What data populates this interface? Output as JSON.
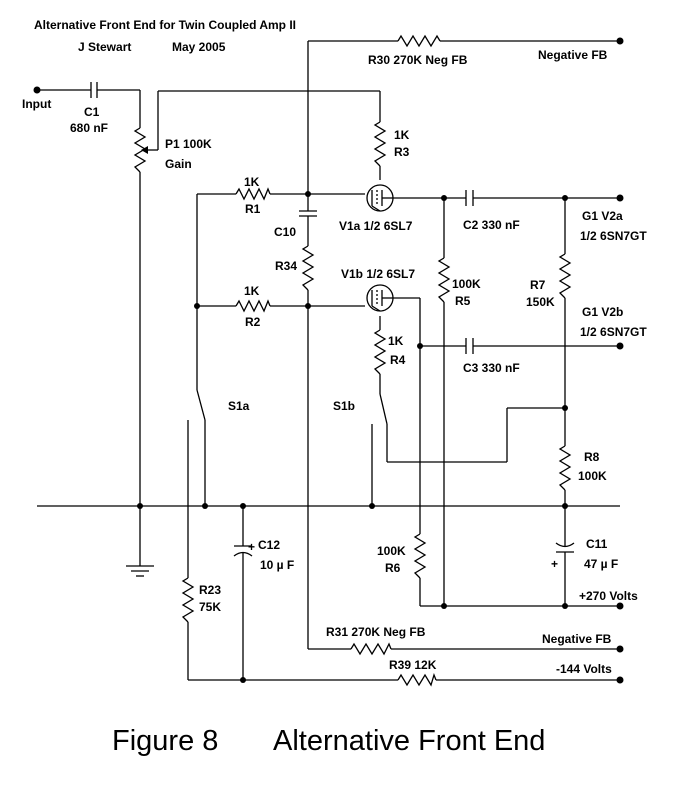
{
  "header": {
    "title": "Alternative Front End for Twin Coupled Amp II",
    "author": "J Stewart",
    "date": "May 2005"
  },
  "caption": {
    "figure": "Figure 8",
    "text": "Alternative Front End"
  },
  "terminals": {
    "input": "Input",
    "neg_fb_top": "Negative FB",
    "g1_v2a": "G1 V2a",
    "g1_v2a_tube": "1/2 6SN7GT",
    "g1_v2b": "G1 V2b",
    "g1_v2b_tube": "1/2 6SN7GT",
    "plus_270": "+270 Volts",
    "neg_fb_bottom": "Negative FB",
    "minus_144": "-144 Volts"
  },
  "components": {
    "c1_name": "C1",
    "c1_value": "680 nF",
    "p1": "P1 100K",
    "p1_gain": "Gain",
    "r30": "R30 270K Neg FB",
    "r3_value": "1K",
    "r3_name": "R3",
    "r1_value": "1K",
    "r1_name": "R1",
    "c10": "C10",
    "v1a": "V1a 1/2 6SL7",
    "c2": "C2  330 nF",
    "r34": "R34",
    "v1b": "V1b 1/2 6SL7",
    "r5_value": "100K",
    "r5_name": "R5",
    "r7_name": "R7",
    "r7_value": "150K",
    "r2_value": "1K",
    "r2_name": "R2",
    "r4_value": "1K",
    "r4_name": "R4",
    "c3": "C3  330 nF",
    "s1a": "S1a",
    "s1b": "S1b",
    "r8_name": "R8",
    "r8_value": "100K",
    "c12_plus": "+",
    "c12_name": "C12",
    "c12_value": "10 µ F",
    "c11_name": "C11",
    "c11_value": "47 µ F",
    "c11_plus": "+",
    "r6_value": "100K",
    "r6_name": "R6",
    "r23_name": "R23",
    "r23_value": "75K",
    "r31": "R31 270K Neg FB",
    "r39": "R39 12K"
  }
}
